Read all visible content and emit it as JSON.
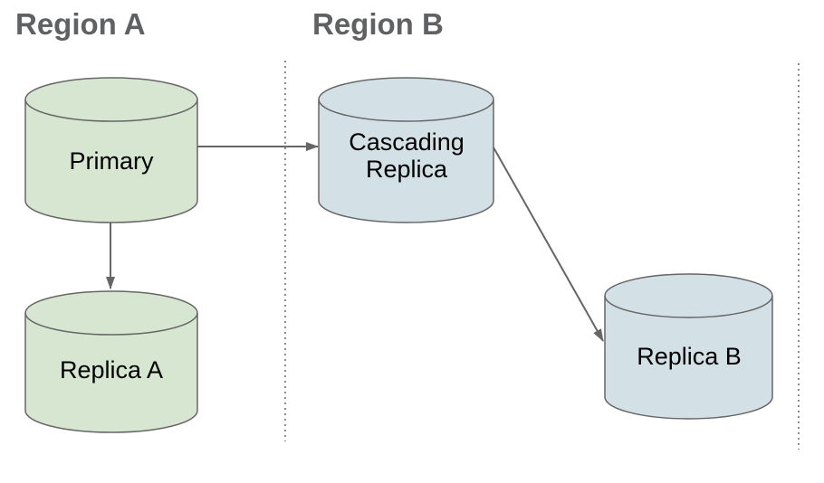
{
  "diagram": {
    "regions": [
      {
        "label": "Region A"
      },
      {
        "label": "Region B"
      }
    ],
    "nodes": {
      "primary": {
        "label": "Primary",
        "region": "Region A",
        "shape": "database-cylinder"
      },
      "replica_a": {
        "label": "Replica A",
        "region": "Region A",
        "shape": "database-cylinder"
      },
      "cascading": {
        "label": "Cascading\nReplica",
        "region": "Region B",
        "shape": "database-cylinder"
      },
      "replica_b": {
        "label": "Replica B",
        "region": "Region B",
        "shape": "database-cylinder"
      }
    },
    "edges": [
      {
        "from": "Primary",
        "to": "Cascading Replica",
        "style": "arrow"
      },
      {
        "from": "Primary",
        "to": "Replica A",
        "style": "arrow"
      },
      {
        "from": "Cascading Replica",
        "to": "Replica B",
        "style": "arrow"
      }
    ],
    "colors": {
      "region_a_fill": "#d7e6d0",
      "region_b_fill": "#d3e1e6",
      "node_stroke": "#666666",
      "arrow": "#666666",
      "title_text": "#5f6163",
      "label_text": "#000000",
      "divider": "#8c8c8c"
    }
  }
}
